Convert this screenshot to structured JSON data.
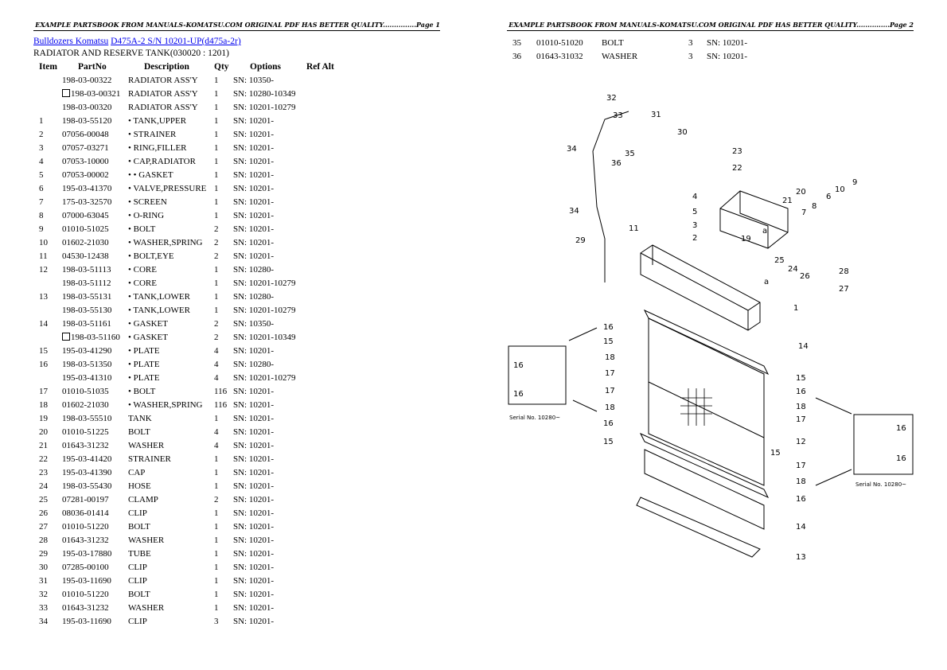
{
  "page1_header": "EXAMPLE PARTSBOOK FROM MANUALS-KOMATSU.COM ORIGINAL PDF HAS BETTER QUALITY...............Page 1",
  "page2_header": "EXAMPLE PARTSBOOK FROM MANUALS-KOMATSU.COM ORIGINAL PDF HAS BETTER QUALITY...............Page 2",
  "breadcrumb": {
    "link1": "Bulldozers Komatsu",
    "link2": "D475A-2 S/N 10201-UP(d475a-2r)"
  },
  "section_title": "RADIATOR AND RESERVE TANK(030020 : 1201)",
  "columns": [
    "Item",
    "PartNo",
    "Description",
    "Qty",
    "Options",
    "Ref Alt"
  ],
  "rows": [
    {
      "item": "",
      "part": "198-03-00322",
      "desc": "RADIATOR ASS'Y",
      "qty": "1",
      "opt": "SN: 10350-",
      "box": false
    },
    {
      "item": "",
      "part": "198-03-00321",
      "desc": "RADIATOR ASS'Y",
      "qty": "1",
      "opt": "SN: 10280-10349",
      "box": true
    },
    {
      "item": "",
      "part": "198-03-00320",
      "desc": "RADIATOR ASS'Y",
      "qty": "1",
      "opt": "SN: 10201-10279",
      "box": false
    },
    {
      "item": "1",
      "part": "198-03-55120",
      "desc": "• TANK,UPPER",
      "qty": "1",
      "opt": "SN: 10201-",
      "box": false
    },
    {
      "item": "2",
      "part": "07056-00048",
      "desc": "• STRAINER",
      "qty": "1",
      "opt": "SN: 10201-",
      "box": false
    },
    {
      "item": "3",
      "part": "07057-03271",
      "desc": "• RING,FILLER",
      "qty": "1",
      "opt": "SN: 10201-",
      "box": false
    },
    {
      "item": "4",
      "part": "07053-10000",
      "desc": "• CAP,RADIATOR",
      "qty": "1",
      "opt": "SN: 10201-",
      "box": false
    },
    {
      "item": "5",
      "part": "07053-00002",
      "desc": "• • GASKET",
      "qty": "1",
      "opt": "SN: 10201-",
      "box": false
    },
    {
      "item": "6",
      "part": "195-03-41370",
      "desc": "• VALVE,PRESSURE",
      "qty": "1",
      "opt": "SN: 10201-",
      "box": false
    },
    {
      "item": "7",
      "part": "175-03-32570",
      "desc": "• SCREEN",
      "qty": "1",
      "opt": "SN: 10201-",
      "box": false
    },
    {
      "item": "8",
      "part": "07000-63045",
      "desc": "• O-RING",
      "qty": "1",
      "opt": "SN: 10201-",
      "box": false
    },
    {
      "item": "9",
      "part": "01010-51025",
      "desc": "• BOLT",
      "qty": "2",
      "opt": "SN: 10201-",
      "box": false
    },
    {
      "item": "10",
      "part": "01602-21030",
      "desc": "• WASHER,SPRING",
      "qty": "2",
      "opt": "SN: 10201-",
      "box": false
    },
    {
      "item": "11",
      "part": "04530-12438",
      "desc": "• BOLT,EYE",
      "qty": "2",
      "opt": "SN: 10201-",
      "box": false
    },
    {
      "item": "12",
      "part": "198-03-51113",
      "desc": "• CORE",
      "qty": "1",
      "opt": "SN: 10280-",
      "box": false
    },
    {
      "item": "",
      "part": "198-03-51112",
      "desc": "• CORE",
      "qty": "1",
      "opt": "SN: 10201-10279",
      "box": false
    },
    {
      "item": "13",
      "part": "198-03-55131",
      "desc": "• TANK,LOWER",
      "qty": "1",
      "opt": "SN: 10280-",
      "box": false
    },
    {
      "item": "",
      "part": "198-03-55130",
      "desc": "• TANK,LOWER",
      "qty": "1",
      "opt": "SN: 10201-10279",
      "box": false
    },
    {
      "item": "14",
      "part": "198-03-51161",
      "desc": "• GASKET",
      "qty": "2",
      "opt": "SN: 10350-",
      "box": false
    },
    {
      "item": "",
      "part": "198-03-51160",
      "desc": "• GASKET",
      "qty": "2",
      "opt": "SN: 10201-10349",
      "box": true
    },
    {
      "item": "15",
      "part": "195-03-41290",
      "desc": "• PLATE",
      "qty": "4",
      "opt": "SN: 10201-",
      "box": false
    },
    {
      "item": "16",
      "part": "198-03-51350",
      "desc": "• PLATE",
      "qty": "4",
      "opt": "SN: 10280-",
      "box": false
    },
    {
      "item": "",
      "part": "195-03-41310",
      "desc": "• PLATE",
      "qty": "4",
      "opt": "SN: 10201-10279",
      "box": false
    },
    {
      "item": "17",
      "part": "01010-51035",
      "desc": "• BOLT",
      "qty": "116",
      "opt": "SN: 10201-",
      "box": false
    },
    {
      "item": "18",
      "part": "01602-21030",
      "desc": "• WASHER,SPRING",
      "qty": "116",
      "opt": "SN: 10201-",
      "box": false
    },
    {
      "item": "19",
      "part": "198-03-55510",
      "desc": "TANK",
      "qty": "1",
      "opt": "SN: 10201-",
      "box": false
    },
    {
      "item": "20",
      "part": "01010-51225",
      "desc": "BOLT",
      "qty": "4",
      "opt": "SN: 10201-",
      "box": false
    },
    {
      "item": "21",
      "part": "01643-31232",
      "desc": "WASHER",
      "qty": "4",
      "opt": "SN: 10201-",
      "box": false
    },
    {
      "item": "22",
      "part": "195-03-41420",
      "desc": "STRAINER",
      "qty": "1",
      "opt": "SN: 10201-",
      "box": false
    },
    {
      "item": "23",
      "part": "195-03-41390",
      "desc": "CAP",
      "qty": "1",
      "opt": "SN: 10201-",
      "box": false
    },
    {
      "item": "24",
      "part": "198-03-55430",
      "desc": "HOSE",
      "qty": "1",
      "opt": "SN: 10201-",
      "box": false
    },
    {
      "item": "25",
      "part": "07281-00197",
      "desc": "CLAMP",
      "qty": "2",
      "opt": "SN: 10201-",
      "box": false
    },
    {
      "item": "26",
      "part": "08036-01414",
      "desc": "CLIP",
      "qty": "1",
      "opt": "SN: 10201-",
      "box": false
    },
    {
      "item": "27",
      "part": "01010-51220",
      "desc": "BOLT",
      "qty": "1",
      "opt": "SN: 10201-",
      "box": false
    },
    {
      "item": "28",
      "part": "01643-31232",
      "desc": "WASHER",
      "qty": "1",
      "opt": "SN: 10201-",
      "box": false
    },
    {
      "item": "29",
      "part": "195-03-17880",
      "desc": "TUBE",
      "qty": "1",
      "opt": "SN: 10201-",
      "box": false
    },
    {
      "item": "30",
      "part": "07285-00100",
      "desc": "CLIP",
      "qty": "1",
      "opt": "SN: 10201-",
      "box": false
    },
    {
      "item": "31",
      "part": "195-03-11690",
      "desc": "CLIP",
      "qty": "1",
      "opt": "SN: 10201-",
      "box": false
    },
    {
      "item": "32",
      "part": "01010-51220",
      "desc": "BOLT",
      "qty": "1",
      "opt": "SN: 10201-",
      "box": false
    },
    {
      "item": "33",
      "part": "01643-31232",
      "desc": "WASHER",
      "qty": "1",
      "opt": "SN: 10201-",
      "box": false
    },
    {
      "item": "34",
      "part": "195-03-11690",
      "desc": "CLIP",
      "qty": "3",
      "opt": "SN: 10201-",
      "box": false
    }
  ],
  "rows_page2": [
    {
      "item": "35",
      "part": "01010-51020",
      "desc": "BOLT",
      "qty": "3",
      "opt": "SN: 10201-"
    },
    {
      "item": "36",
      "part": "01643-31032",
      "desc": "WASHER",
      "qty": "3",
      "opt": "SN: 10201-"
    }
  ],
  "diagram": {
    "callouts": [
      "32",
      "33",
      "31",
      "30",
      "34",
      "35",
      "36",
      "23",
      "22",
      "20",
      "21",
      "10",
      "9",
      "6",
      "8",
      "7",
      "4",
      "5",
      "3",
      "11",
      "2",
      "19",
      "a",
      "25",
      "24",
      "26",
      "28",
      "27",
      "34",
      "29",
      "a",
      "1",
      "16",
      "15",
      "14",
      "18",
      "17",
      "17",
      "18",
      "16",
      "15",
      "12",
      "15",
      "16",
      "18",
      "17",
      "15",
      "17",
      "18",
      "16",
      "14",
      "13",
      "16",
      "16",
      "16",
      "16"
    ],
    "serial_left": "Serial No. 10280~",
    "serial_right": "Serial No. 10280~"
  }
}
